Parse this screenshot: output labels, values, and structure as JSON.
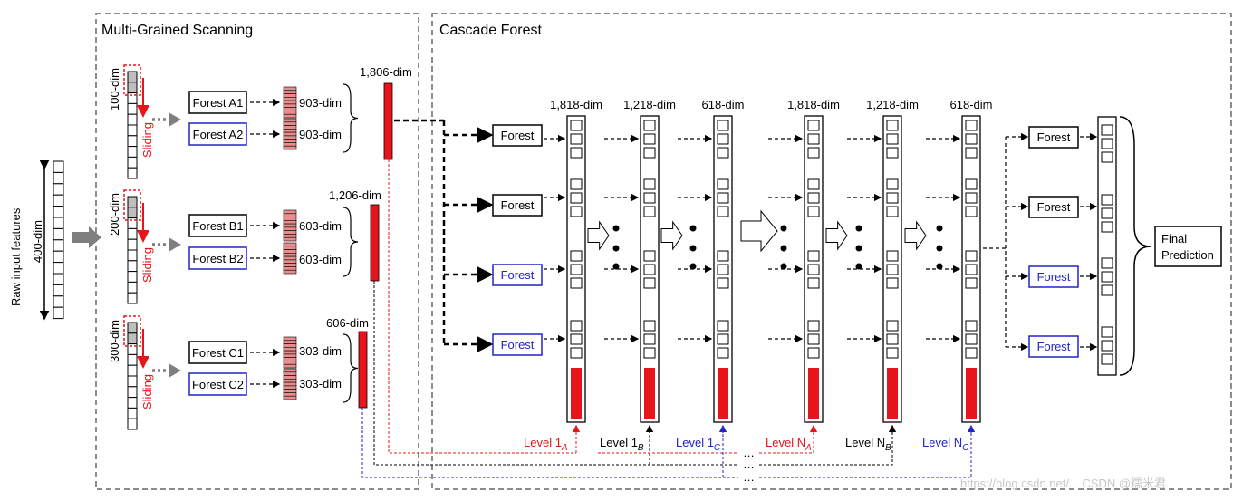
{
  "sections": {
    "mgs": "Multi-Grained Scanning",
    "cascade": "Cascade Forest"
  },
  "input": {
    "label": "Raw input features",
    "dim": "400-dim"
  },
  "scans": [
    {
      "window": "100-dim",
      "sliding": "Sliding",
      "forests": [
        "Forest A1",
        "Forest A2"
      ],
      "out_dims": [
        "903-dim",
        "903-dim"
      ],
      "concat_dim": "1,806-dim"
    },
    {
      "window": "200-dim",
      "sliding": "Sliding",
      "forests": [
        "Forest B1",
        "Forest B2"
      ],
      "out_dims": [
        "603-dim",
        "603-dim"
      ],
      "concat_dim": "1,206-dim"
    },
    {
      "window": "300-dim",
      "sliding": "Sliding",
      "forests": [
        "Forest C1",
        "Forest C2"
      ],
      "out_dims": [
        "303-dim",
        "303-dim"
      ],
      "concat_dim": "606-dim"
    }
  ],
  "cascade": {
    "first_forests": [
      "Forest",
      "Forest",
      "Forest",
      "Forest"
    ],
    "levels": [
      {
        "dim": "1,818-dim",
        "main": "Level 1",
        "sub": "A",
        "color": "#e8141b"
      },
      {
        "dim": "1,218-dim",
        "main": "Level 1",
        "sub": "B",
        "color": "#000000"
      },
      {
        "dim": "618-dim",
        "main": "Level 1",
        "sub": "C",
        "color": "#2323c8"
      },
      {
        "dim": "1,818-dim",
        "main": "Level N",
        "sub": "A",
        "color": "#e8141b"
      },
      {
        "dim": "1,218-dim",
        "main": "Level N",
        "sub": "B",
        "color": "#000000"
      },
      {
        "dim": "618-dim",
        "main": "Level N",
        "sub": "C",
        "color": "#2323c8"
      }
    ],
    "last_forests": [
      "Forest",
      "Forest",
      "Forest",
      "Forest"
    ],
    "final": [
      "Final",
      "Prediction"
    ]
  },
  "watermark": "https://blog.csdn.net/... CSDN @糯米君",
  "colors": {
    "red": "#e8141b",
    "blue": "#2323c8",
    "pink": "#e88c8c",
    "gray": "#7f7f7f"
  }
}
